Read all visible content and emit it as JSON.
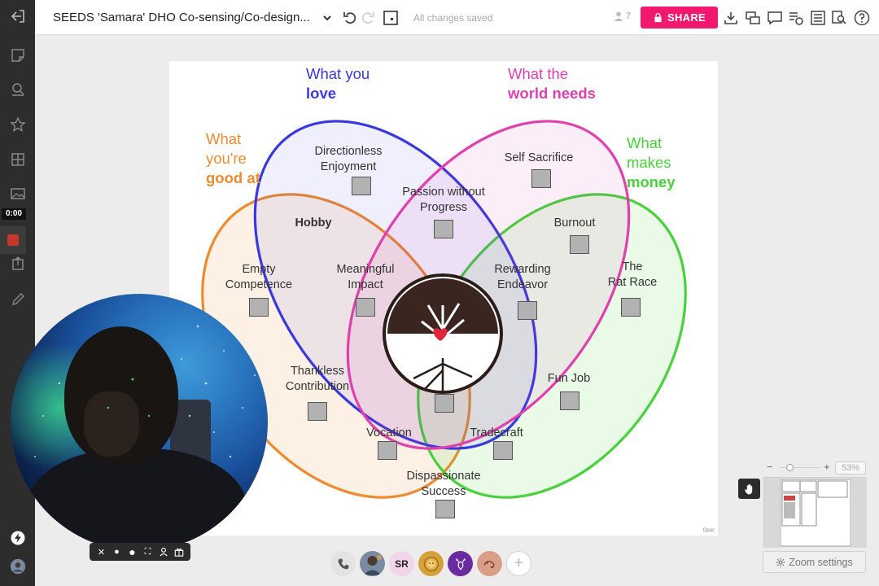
{
  "header": {
    "board_title": "SEEDS 'Samara' DHO Co-sensing/Co-design...",
    "save_status": "All changes saved",
    "user_count": "7",
    "share_label": "SHARE"
  },
  "sidebar": {
    "timer": "0:00"
  },
  "venn": {
    "circles": [
      {
        "name": "What you love",
        "line1": "What you",
        "line2": "love",
        "color": "#3838e0"
      },
      {
        "name": "What the world needs",
        "line1": "What the",
        "line2": "world needs",
        "color": "#e23fae"
      },
      {
        "name": "What you're good at",
        "line1": "What",
        "line2": "you're",
        "line3": "good at",
        "color": "#ef8a2e"
      },
      {
        "name": "What makes money",
        "line1": "What",
        "line2": "makes",
        "line3": "money",
        "color": "#47d23b"
      }
    ],
    "regions": [
      {
        "label": "Directionless\nEnjoyment"
      },
      {
        "label": "Self Sacrifice"
      },
      {
        "label": "Passion without\nProgress"
      },
      {
        "label": "Hobby"
      },
      {
        "label": "Burnout"
      },
      {
        "label": "Empty\nCompetence"
      },
      {
        "label": "Meaningful\nImpact"
      },
      {
        "label": "Rewarding\nEndeavor"
      },
      {
        "label": "The\nRat Race"
      },
      {
        "label": "Thankless\nContribution"
      },
      {
        "label": "Fun Job"
      },
      {
        "label": "Vocation"
      },
      {
        "label": "Tradecraft"
      },
      {
        "label": "Dispassionate\nSuccess"
      }
    ],
    "source_tag": "Opac"
  },
  "bottom_bar": {
    "avatars": [
      {
        "name": "phone-call",
        "initials": "",
        "color": "#e3e3e3"
      },
      {
        "name": "user-photo",
        "initials": "",
        "color": "#7a8aa0"
      },
      {
        "name": "user-sr",
        "initials": "SR",
        "color": "#f1d6ea"
      },
      {
        "name": "user-lion",
        "initials": "",
        "color": "#d4a13b"
      },
      {
        "name": "user-deer",
        "initials": "",
        "color": "#6a2aa0"
      },
      {
        "name": "user-chameleon",
        "initials": "",
        "color": "#d89e88"
      },
      {
        "name": "add-user",
        "initials": "+",
        "color": "#ffffff"
      }
    ]
  },
  "zoom": {
    "minus": "−",
    "plus": "+",
    "percent": "53%",
    "settings_label": "Zoom settings"
  }
}
